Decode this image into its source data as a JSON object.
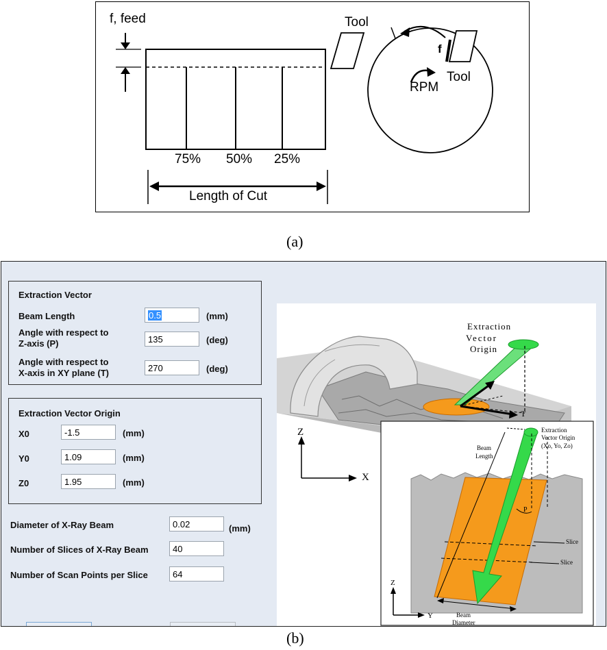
{
  "panel_a": {
    "caption": "(a)",
    "feed_label": "f, feed",
    "tool_label_top": "Tool",
    "tool_label_right": "Tool",
    "f_label": "f",
    "rpm_label": "RPM",
    "percent_labels": [
      "75%",
      "50%",
      "25%"
    ],
    "length_label": "Length of Cut"
  },
  "panel_b": {
    "caption": "(b)",
    "extraction_vector": {
      "title": "Extraction Vector",
      "beam_length_label": "Beam Length",
      "beam_length_value": "0.5",
      "beam_length_unit": "(mm)",
      "angle_p_label_1": "Angle with respect to",
      "angle_p_label_2": "Z-axis (P)",
      "angle_p_value": "135",
      "angle_p_unit": "(deg)",
      "angle_t_label_1": "Angle with respect to",
      "angle_t_label_2": "X-axis in XY plane (T)",
      "angle_t_value": "270",
      "angle_t_unit": "(deg)"
    },
    "origin": {
      "title": "Extraction Vector Origin",
      "x0_label": "X0",
      "x0_value": "-1.5",
      "x0_unit": "(mm)",
      "y0_label": "Y0",
      "y0_value": "1.09",
      "y0_unit": "(mm)",
      "z0_label": "Z0",
      "z0_value": "1.95",
      "z0_unit": "(mm)"
    },
    "beam": {
      "diameter_label": "Diameter of X-Ray Beam",
      "diameter_value": "0.02",
      "diameter_unit": "(mm)",
      "slices_label": "Number of Slices of X-Ray Beam",
      "slices_value": "40",
      "points_label": "Number of Scan Points per Slice",
      "points_value": "64"
    },
    "illustration": {
      "origin_label_1": "Extraction",
      "origin_label_2": "Vector",
      "origin_label_3": "Origin",
      "t_label": "T",
      "z_axis": "Z",
      "x_axis": "X",
      "inset_origin_1": "Extraction",
      "inset_origin_2": "Vector Origin",
      "inset_origin_3": "(Xo, Yo, Zo)",
      "beam_length_1": "Beam",
      "beam_length_2": "Length",
      "p_label": "P",
      "slice_1": "Slice",
      "slice_2": "Slice",
      "beam_diameter_1": "Beam",
      "beam_diameter_2": "Diameter",
      "inset_z": "Z",
      "inset_y": "Y"
    },
    "colors": {
      "panel_bg": "#e4eaf3",
      "beam_green": "#35d94a",
      "slice_orange": "#f59a1c"
    }
  }
}
